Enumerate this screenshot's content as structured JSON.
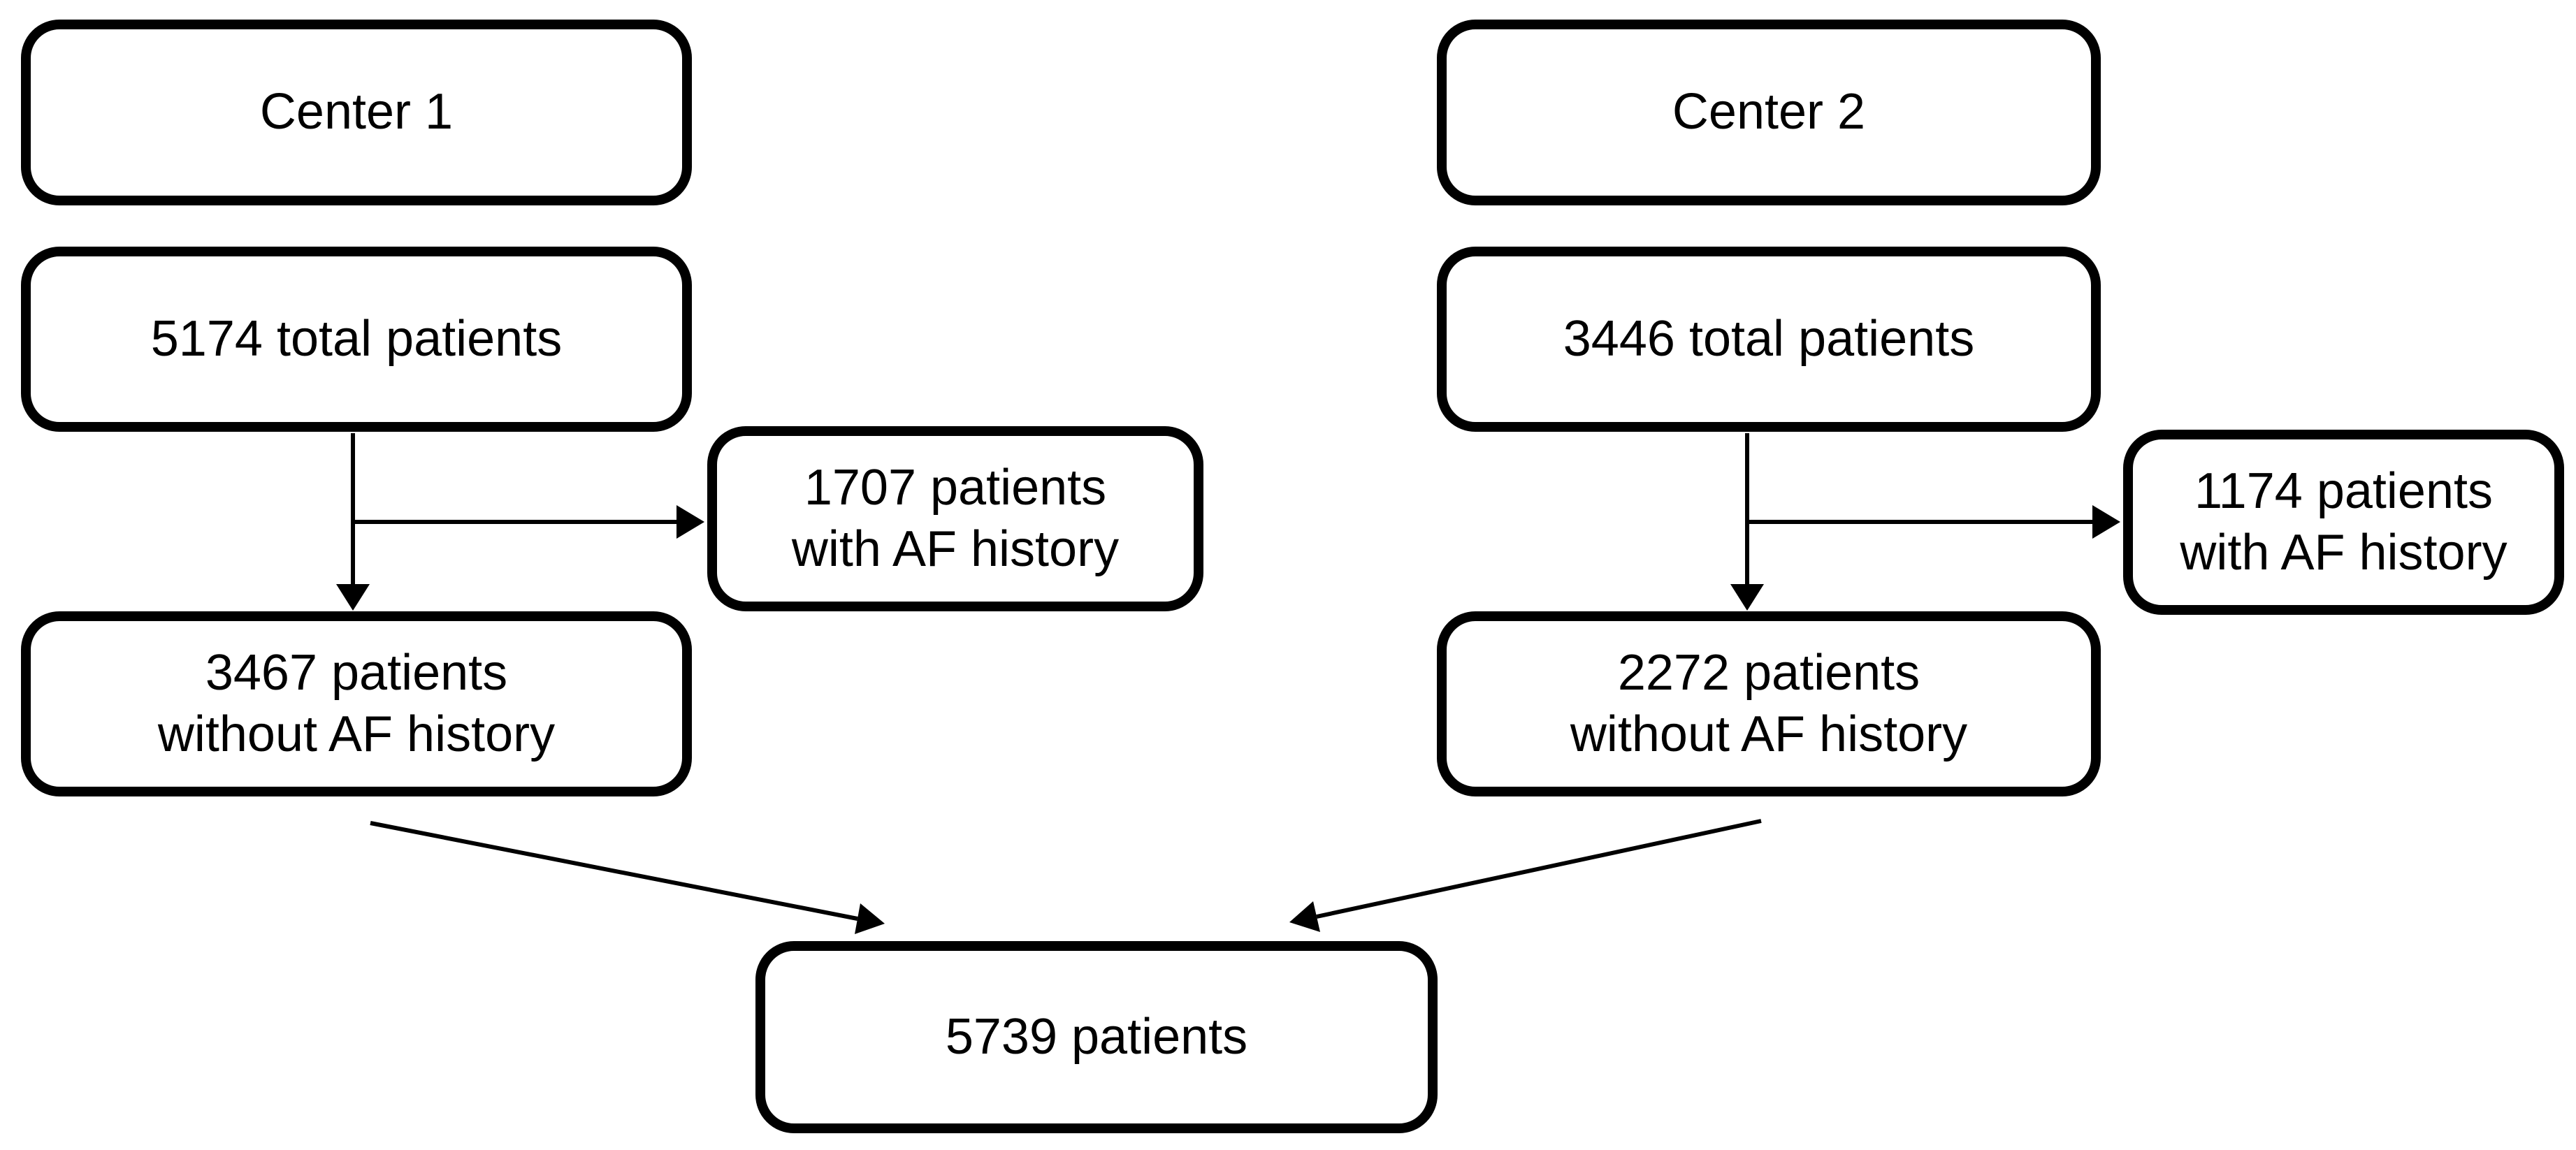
{
  "diagram": {
    "type": "patient-flow",
    "background": "#ffffff",
    "stroke_color": "#000000",
    "text_color": "#000000",
    "nodes": {
      "center1": {
        "text": "Center 1"
      },
      "total1": {
        "text": "5174 total patients"
      },
      "af1": {
        "line1": "1707 patients",
        "line2": "with AF history"
      },
      "noaf1": {
        "line1": "3467 patients",
        "line2": "without AF history"
      },
      "center2": {
        "text": "Center 2"
      },
      "total2": {
        "text": "3446 total patients"
      },
      "af2": {
        "line1": "1174 patients",
        "line2": "with AF history"
      },
      "noaf2": {
        "line1": "2272 patients",
        "line2": "without AF history"
      },
      "combined": {
        "text": "5739 patients"
      }
    },
    "edges": [
      {
        "from": "total1",
        "to": "noaf1",
        "style": "vertical-arrow"
      },
      {
        "from": "total1",
        "to": "af1",
        "style": "branch-right-arrow"
      },
      {
        "from": "total2",
        "to": "noaf2",
        "style": "vertical-arrow"
      },
      {
        "from": "total2",
        "to": "af2",
        "style": "branch-right-arrow"
      },
      {
        "from": "noaf1",
        "to": "combined",
        "style": "diagonal-arrow"
      },
      {
        "from": "noaf2",
        "to": "combined",
        "style": "diagonal-arrow"
      }
    ]
  }
}
